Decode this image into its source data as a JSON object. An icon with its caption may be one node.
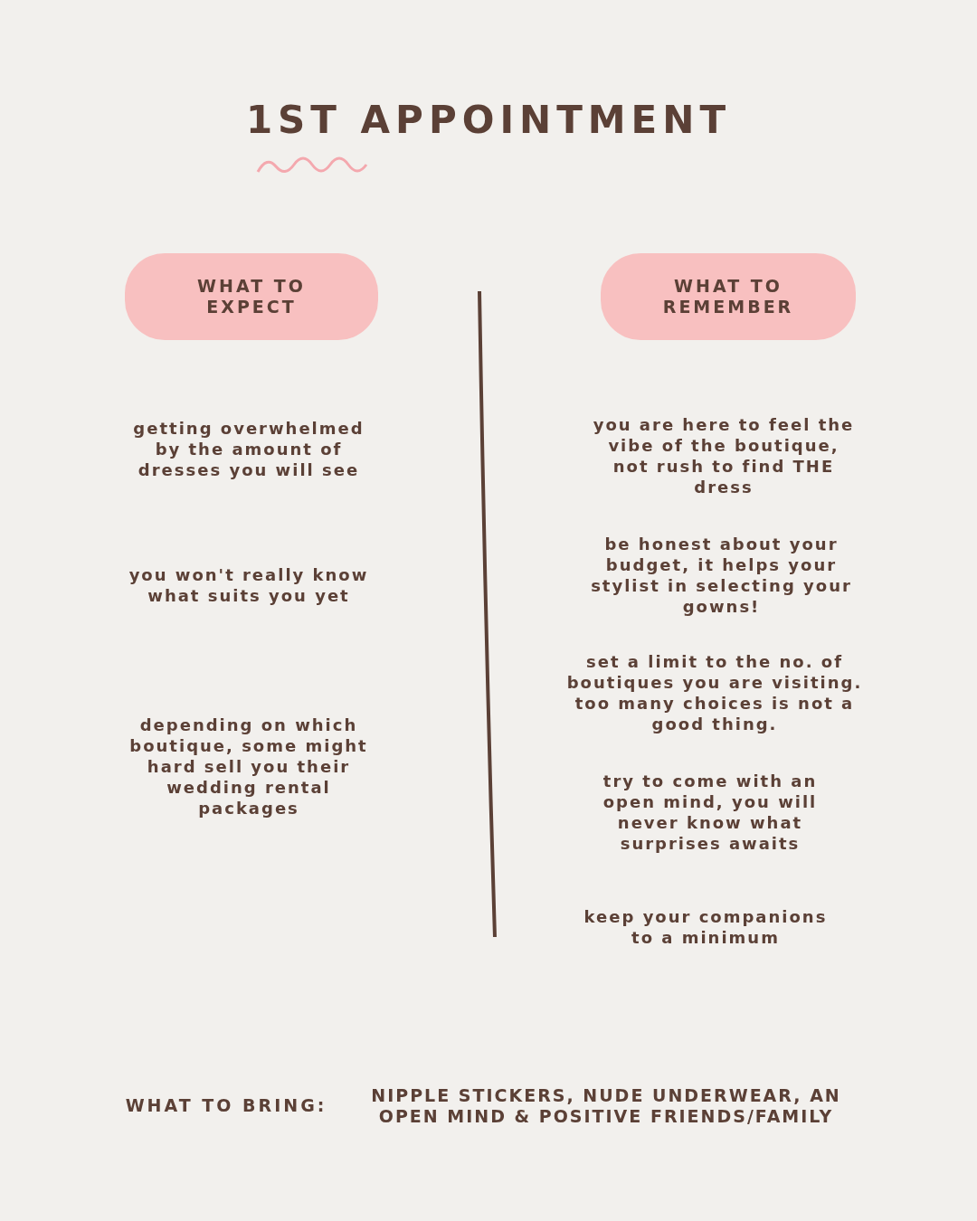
{
  "diagram": {
    "title": "1ST APPOINTMENT",
    "nodes": [
      {
        "text": [
          "WHAT TO EXPECT"
        ]
      },
      {
        "text": [
          "WHAT TO REMEMBER"
        ]
      }
    ],
    "labels": [
      "getting overwhelmed by the amount of dresses you will see",
      "you won't really know what suits you yet",
      "depending on which boutique, some might hard sell you their wedding rental packages",
      "you are here to feel the vibe of the boutique, not rush to find THE dress",
      "be honest about your budget, it helps your stylist in selecting your gowns!",
      "set a limit to the no. of boutiques you are visiting. too many choices is not a good thing.",
      "try to come with an open mind, you will never know what surprises awaits",
      "keep your companions to a minimum",
      "WHAT TO BRING:",
      "NIPPLE STICKERS, NUDE UNDERWEAR, AN OPEN MIND & POSITIVE FRIENDS/FAMILY"
    ]
  }
}
